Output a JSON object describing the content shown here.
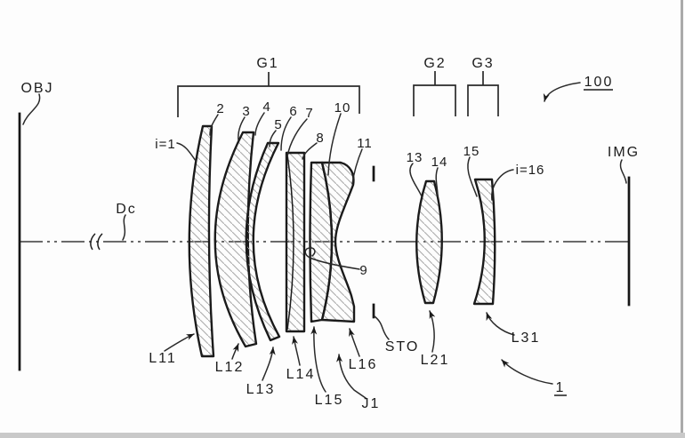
{
  "figure": {
    "reference": {
      "system": "100",
      "figure": "1"
    },
    "planes": {
      "object": "OBJ",
      "image": "IMG",
      "axis_distance": "Dc",
      "stop": "STO"
    },
    "groups": {
      "g1": "G1",
      "g2": "G2",
      "g3": "G3"
    },
    "surfaces": {
      "i1": "i=1",
      "s2": "2",
      "s3": "3",
      "s4": "4",
      "s5": "5",
      "s6": "6",
      "s7": "7",
      "s8": "8",
      "s9": "9",
      "s10": "10",
      "s11": "11",
      "s13": "13",
      "s14": "14",
      "s15": "15",
      "i16": "i=16"
    },
    "lenses": {
      "l11": "L11",
      "l12": "L12",
      "l13": "L13",
      "l14": "L14",
      "l15": "L15",
      "l16": "L16",
      "l21": "L21",
      "l31": "L31"
    },
    "joint": {
      "j1": "J1"
    }
  }
}
